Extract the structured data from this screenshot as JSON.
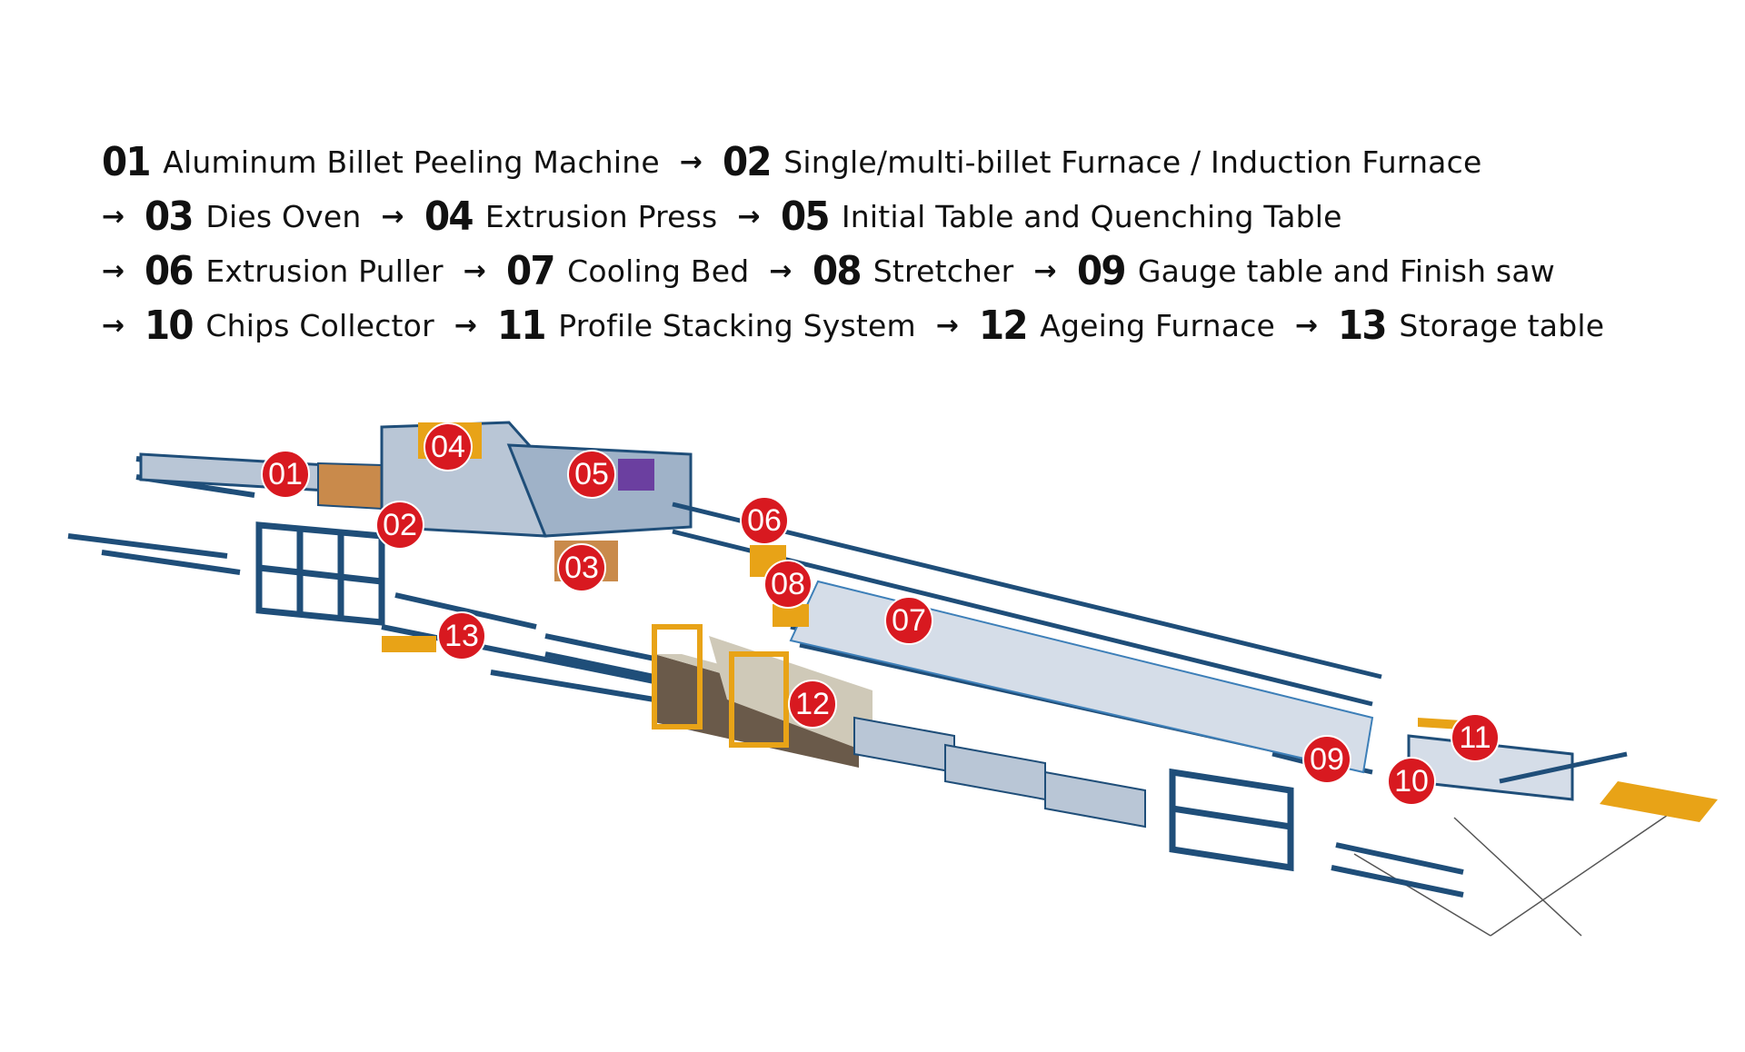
{
  "legend": {
    "arrow": "→",
    "steps": [
      {
        "num": "01",
        "label": "Aluminum Billet Peeling Machine"
      },
      {
        "num": "02",
        "label": "Single/multi-billet Furnace / Induction Furnace"
      },
      {
        "num": "03",
        "label": "Dies Oven"
      },
      {
        "num": "04",
        "label": "Extrusion Press"
      },
      {
        "num": "05",
        "label": "Initial Table and Quenching Table"
      },
      {
        "num": "06",
        "label": "Extrusion Puller"
      },
      {
        "num": "07",
        "label": "Cooling Bed"
      },
      {
        "num": "08",
        "label": "Stretcher"
      },
      {
        "num": "09",
        "label": "Gauge table and Finish saw"
      },
      {
        "num": "10",
        "label": "Chips Collector"
      },
      {
        "num": "11",
        "label": "Profile Stacking System"
      },
      {
        "num": "12",
        "label": "Ageing Furnace"
      },
      {
        "num": "13",
        "label": "Storage table"
      }
    ]
  },
  "badges": [
    "01",
    "02",
    "03",
    "04",
    "05",
    "06",
    "07",
    "08",
    "09",
    "10",
    "11",
    "12",
    "13"
  ],
  "colors": {
    "badge": "#d81920",
    "frame": "#1f4e79",
    "frame_light": "#3d7fb8",
    "yellow": "#e8a317",
    "panel": "#b9c6d6",
    "furnace": "#6a5a4a",
    "furnace_light": "#cfc9b8"
  }
}
